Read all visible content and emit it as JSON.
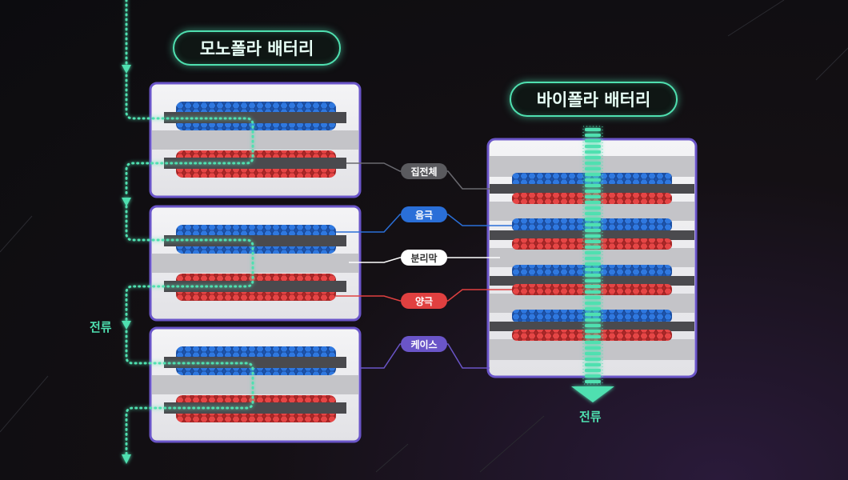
{
  "titles": {
    "mono": "모노폴라 배터리",
    "bi": "바이폴라 배터리"
  },
  "labels": {
    "collector": "집전체",
    "anode": "음극",
    "separator": "분리막",
    "cathode": "양극",
    "case": "케이스"
  },
  "flow": {
    "left": "전류",
    "right": "전류"
  },
  "colors": {
    "accent": "#4fe0b0",
    "case_border": "#6a55c8",
    "anode": "#2a6fd8",
    "cathode": "#e04040",
    "collector": "#4a4a4e",
    "separator": "#c8c8ca",
    "label_collector": "#5a5a5e",
    "label_anode": "#2a6fd8",
    "label_separator": "#ffffff",
    "label_cathode": "#e04040",
    "label_case": "#6a55c8"
  }
}
